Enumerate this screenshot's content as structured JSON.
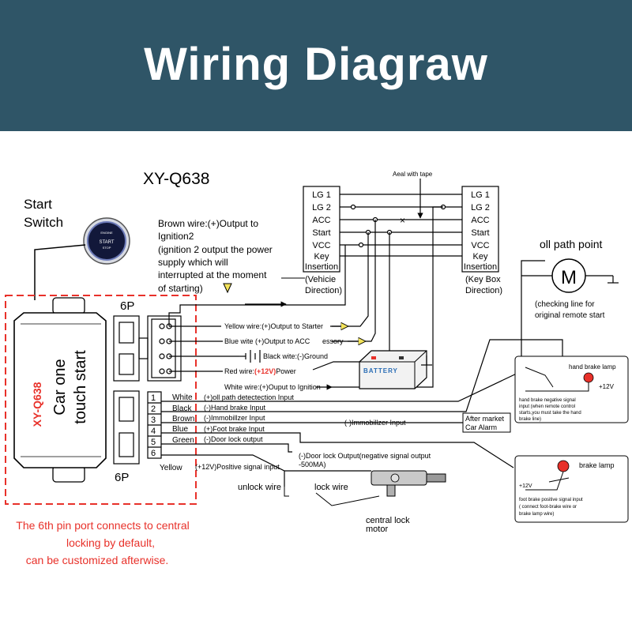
{
  "banner": {
    "title": "Wiring Diagraw",
    "bg": "#2f5567"
  },
  "model": "XY-Q638",
  "start_switch": {
    "label_line1": "Start",
    "label_line2": "Switch",
    "btn_top": "ENGINE",
    "btn_main": "START",
    "btn_sub": "STOP"
  },
  "module": {
    "model": "XY-Q638",
    "line1": "Car one",
    "line2": "touch start",
    "port_top": "6P",
    "port_bottom": "6P"
  },
  "brown_note": [
    "Brown wire:(+)Output to",
    "Ignition2",
    "(ignition 2 output the power",
    "supply which will",
    "interrupted at the moment",
    "of starting)"
  ],
  "tape_label": "Aeal with tape",
  "harness_labels": [
    "LG 1",
    "LG 2",
    "ACC",
    "Start",
    "VCC",
    "Key",
    "Insertion"
  ],
  "vehicle_direction": [
    "(Vehicie",
    "Direction)"
  ],
  "keybox_direction": [
    "(Key Box",
    "Direction)"
  ],
  "connector_wires": [
    "Yellow wire:(+)Output to Starter",
    "Blue wite (+)Output to ACC",
    "essory",
    "Black wite:(-)Ground",
    "Red wire:",
    "(+12V)",
    "Power",
    "White wire:(+)Ouput to Ignition"
  ],
  "battery_label": "BATTERY",
  "pin_numbers": [
    "1",
    "2",
    "3",
    "4",
    "5",
    "6"
  ],
  "pin_colors": [
    "White",
    "Black",
    "Brown",
    "Blue",
    "Green",
    "Yellow"
  ],
  "pin_functions": [
    "(+)oll path detectection Input",
    "(-)Hand brake Input",
    "(-)Immobillzer Input",
    "(+)Foot brake Input",
    "(-)Door lock output",
    "(+12V)Posltive signal input"
  ],
  "immobilizer_input": "(-)Immobillzer Input",
  "after_market": [
    "After market",
    "Car Alarm"
  ],
  "door_lock_output": [
    "(-)Door lock Output(negative signal output",
    "-500MA)"
  ],
  "unlock_wire": "unlock wire",
  "lock_wire": "lock wire",
  "central_lock": [
    "central lock",
    "motor"
  ],
  "oil_path": {
    "title": "oll path point",
    "symbol": "M",
    "note": [
      "(checking line for",
      "original remote start"
    ]
  },
  "hand_brake": {
    "lamp": "hand brake lamp",
    "voltage": "+12V",
    "note": [
      "hand brake negative signal",
      "input (when remote control",
      "starts,you must take the hand",
      "brake line)"
    ]
  },
  "foot_brake": {
    "lamp": "brake lamp",
    "voltage": "+12V",
    "note": [
      "foot brake positive signal input",
      "( connect foot-brake wire or",
      "brake lamp wire)"
    ]
  },
  "footnote": [
    "The 6th pin port connects to central",
    "locking by default,",
    "can be customized afterwise."
  ],
  "colors": {
    "accent_red": "#e8312a",
    "wire": "#000000",
    "yellow_arrow": "#f3e35a"
  }
}
